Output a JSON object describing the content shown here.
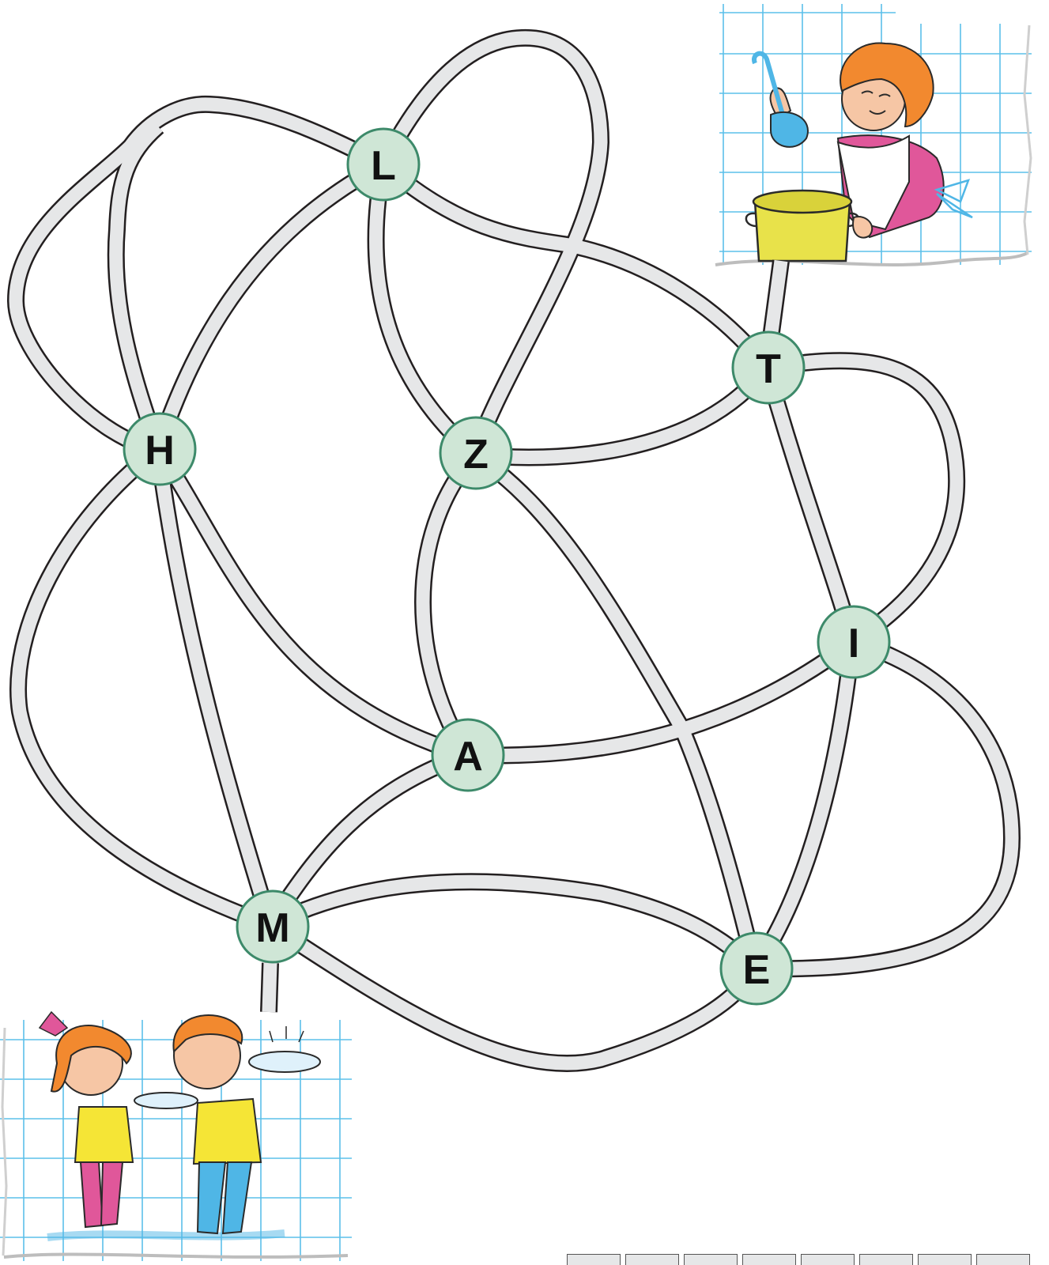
{
  "puzzle": {
    "nodes": [
      {
        "id": "L",
        "label": "L"
      },
      {
        "id": "H",
        "label": "H"
      },
      {
        "id": "Z",
        "label": "Z"
      },
      {
        "id": "T",
        "label": "T"
      },
      {
        "id": "I",
        "label": "I"
      },
      {
        "id": "A",
        "label": "A"
      },
      {
        "id": "M",
        "label": "M"
      },
      {
        "id": "E",
        "label": "E"
      }
    ],
    "start_illustration": "children-holding-plates",
    "end_illustration": "cook-stirring-pot",
    "answer_slots": 8
  },
  "colors": {
    "road_fill": "#e6e7e8",
    "road_outline": "#231f20",
    "node_fill": "#cfe6d6",
    "node_outline": "#3d8a6a",
    "grid_line": "#5bc0ea",
    "pot": "#e8e24a",
    "apron_pink": "#e0579a",
    "hair_orange": "#f2892f",
    "shirt_yellow": "#f5e536",
    "spoon_blue": "#4fb6e6"
  }
}
